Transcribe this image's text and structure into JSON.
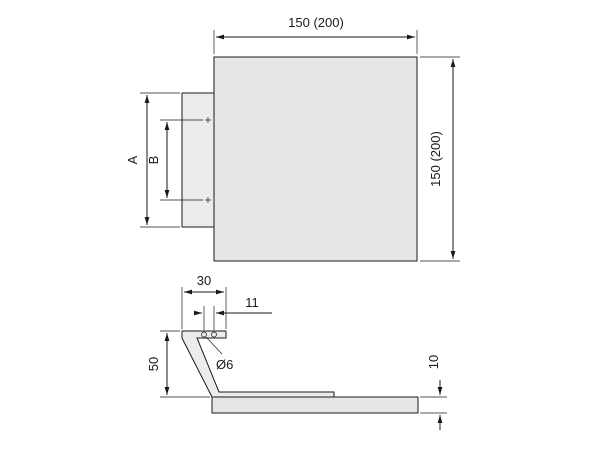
{
  "drawing": {
    "top_view": {
      "width_label": "150 (200)",
      "height_label": "150 (200)",
      "label_a": "A",
      "label_b": "B"
    },
    "side_view": {
      "width_30": "30",
      "width_11": "11",
      "diameter": "Ø6",
      "height_50": "50",
      "thickness_10": "10"
    }
  }
}
